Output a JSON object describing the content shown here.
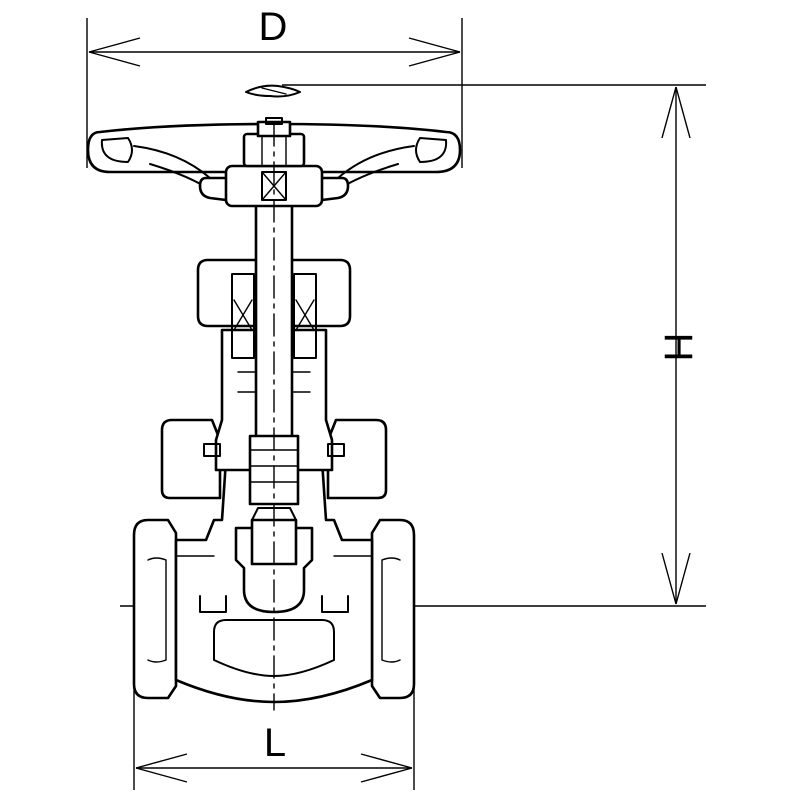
{
  "diagram": {
    "dimensions": {
      "d_label": "D",
      "h_label": "H",
      "l_label": "L"
    }
  }
}
